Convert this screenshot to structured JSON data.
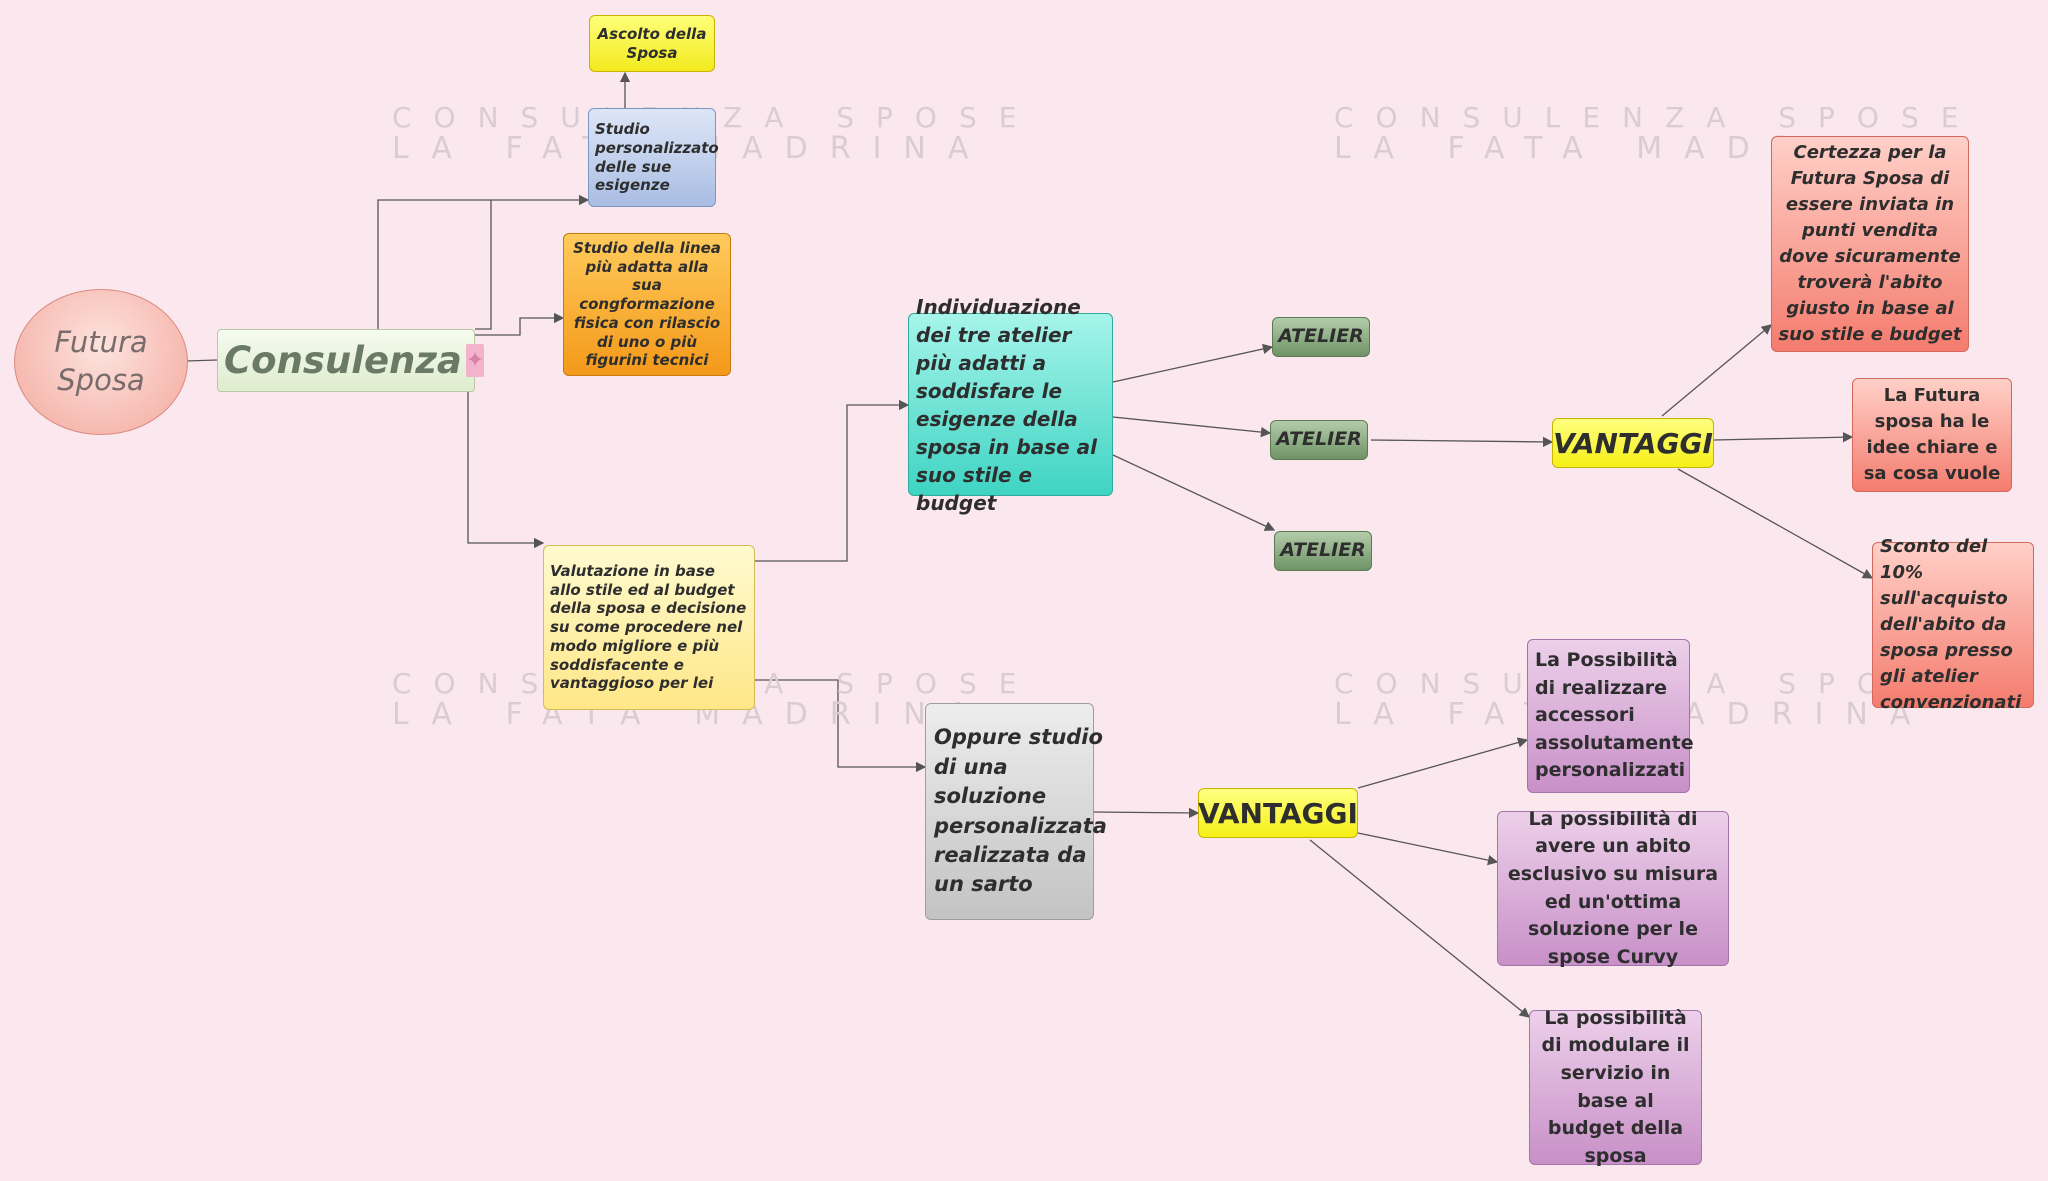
{
  "watermark": {
    "line1": "CONSULENZA SPOSE",
    "line2": "LA FATA MADRINA"
  },
  "nodes": {
    "futura_sposa": "Futura Sposa",
    "consulenza": "Consulenza",
    "ascolto": "Ascolto della Sposa",
    "studio_personalizzato": "Studio personalizzato delle sue esigenze",
    "studio_linea": "Studio della linea più adatta alla sua congformazione fisica con rilascio di uno o più figurini tecnici",
    "valutazione": "Valutazione in base allo stile ed al budget della sposa e decisione su come procedere nel modo migliore e più soddisfacente e vantaggioso per lei",
    "individuazione": "Individuazione dei tre atelier più adatti a soddisfare le esigenze della sposa in base al suo stile e budget",
    "atelier_1": "ATELIER",
    "atelier_2": "ATELIER",
    "atelier_3": "ATELIER",
    "vantaggi_1": "VANTAGGI",
    "certezza": "Certezza per la Futura Sposa di essere inviata in punti vendita dove sicuramente troverà l'abito giusto in base al suo stile e budget",
    "idee_chiare": "La Futura sposa ha le idee chiare e sa cosa vuole",
    "sconto": "Sconto del 10% sull'acquisto dell'abito da sposa presso gli atelier convenzionati",
    "oppure_studio": "Oppure studio di una soluzione personalizzata realizzata da un sarto",
    "vantaggi_2": "VANTAGGI",
    "accessori": "La Possibilità di realizzare accessori assolutamente personalizzati",
    "abito_esclusivo": "La possibilità di avere un abito esclusivo su misura ed un'ottima soluzione per le spose Curvy",
    "modulare": "La possibilità di modulare il servizio in base al budget della sposa"
  },
  "colors": {
    "background": "#fbe8ee",
    "connector": "#555555"
  }
}
